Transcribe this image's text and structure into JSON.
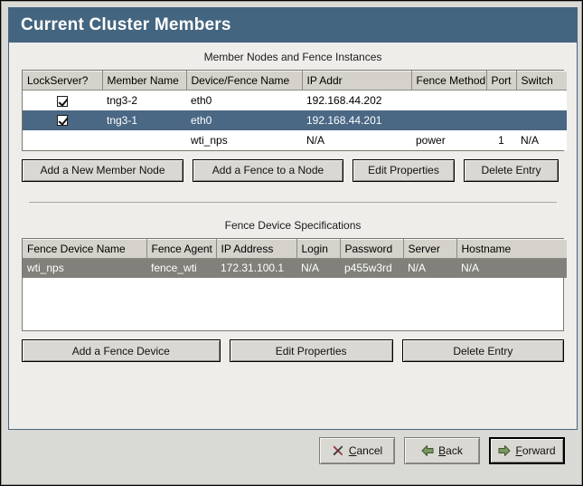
{
  "window": {
    "title": "Current Cluster Members"
  },
  "members_section": {
    "caption": "Member Nodes and Fence Instances",
    "columns": [
      "LockServer?",
      "Member Name",
      "Device/Fence Name",
      "IP Addr",
      "Fence Method",
      "Port",
      "Switch"
    ],
    "rows": [
      {
        "lockserver": "checked",
        "member_name": "tng3-2",
        "device": "eth0",
        "ip_addr": "192.168.44.202",
        "fence_method": "",
        "port": "",
        "switch": "",
        "selected": "false"
      },
      {
        "lockserver": "checked",
        "member_name": "tng3-1",
        "device": "eth0",
        "ip_addr": "192.168.44.201",
        "fence_method": "",
        "port": "",
        "switch": "",
        "selected": "true"
      },
      {
        "lockserver": "",
        "member_name": "",
        "device": "wti_nps",
        "ip_addr": "N/A",
        "fence_method": "power",
        "port": "1",
        "switch": "N/A",
        "selected": "false"
      }
    ],
    "buttons": {
      "add_member": "Add a New Member Node",
      "add_fence": "Add a Fence to a Node",
      "edit_properties": "Edit Properties",
      "delete_entry": "Delete Entry"
    }
  },
  "fence_section": {
    "caption": "Fence Device Specifications",
    "columns": [
      "Fence Device Name",
      "Fence Agent",
      "IP Address",
      "Login",
      "Password",
      "Server",
      "Hostname"
    ],
    "rows": [
      {
        "device_name": "wti_nps",
        "agent": "fence_wti",
        "ip_address": "172.31.100.1",
        "login": "N/A",
        "password": "p455w3rd",
        "server": "N/A",
        "hostname": "N/A",
        "selected": "true"
      }
    ],
    "buttons": {
      "add_device": "Add a Fence Device",
      "edit_properties": "Edit Properties",
      "delete_entry": "Delete Entry"
    }
  },
  "footer": {
    "cancel": {
      "label": "Cancel",
      "mnemonic": "C",
      "icon": "cancel-x-icon"
    },
    "back": {
      "label": "Back",
      "mnemonic": "B",
      "icon": "arrow-left-icon"
    },
    "forward": {
      "label": "Forward",
      "mnemonic": "F",
      "icon": "arrow-right-icon",
      "focused": "true"
    }
  },
  "colors": {
    "titlebar": "#44657f",
    "selection_focused": "#4a6784",
    "selection_unfocused": "#81807a",
    "panel_bg": "#eeedea",
    "dialog_bg": "#d9d9d6",
    "arrow_green": "#6f8f5a",
    "cancel_red": "#9c3040"
  }
}
